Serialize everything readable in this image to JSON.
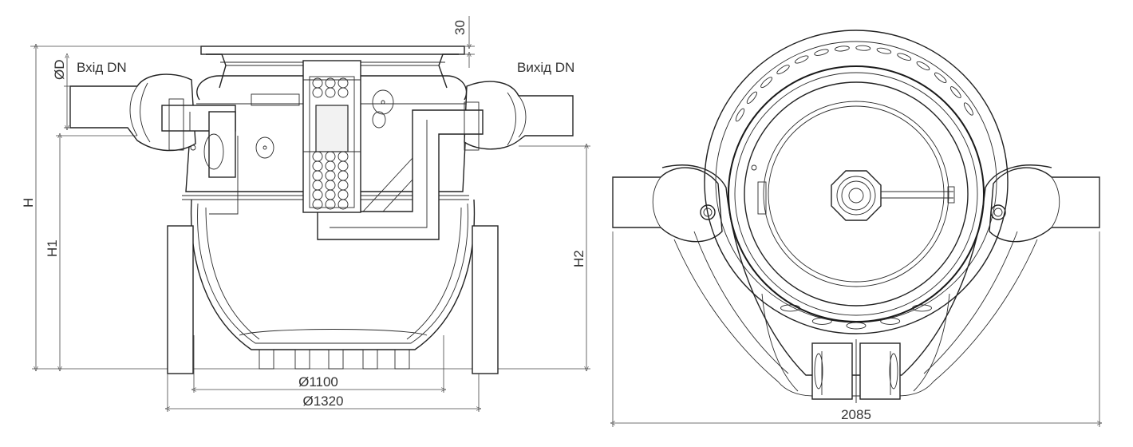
{
  "labels": {
    "inlet": "Вхід DN",
    "outlet": "Вихід DN",
    "top_gap": "30",
    "pipe_diameter": "ØD",
    "total_height": "H",
    "inlet_height": "H1",
    "outlet_height": "H2",
    "inner_diameter": "Ø1100",
    "outer_diameter": "Ø1320",
    "overall_length": "2085"
  },
  "colors": {
    "line": "#222222",
    "dimension": "#444444",
    "text": "#333333",
    "background": "#ffffff"
  }
}
